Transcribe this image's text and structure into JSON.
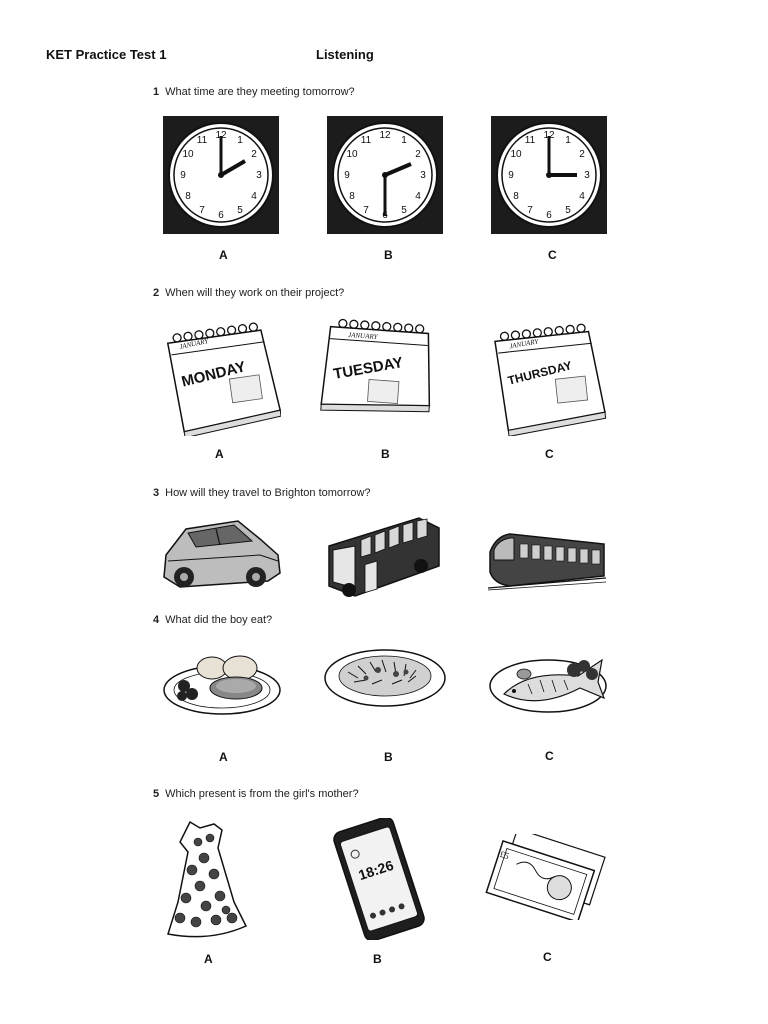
{
  "header": {
    "title": "KET Practice Test 1",
    "section": "Listening"
  },
  "questions": [
    {
      "number": "1",
      "text": "What time are they meeting tomorrow?",
      "options": [
        "A",
        "B",
        "C"
      ],
      "images": [
        "clock-2-oclock-icon",
        "clock-half-past-two-icon",
        "clock-3-oclock-icon"
      ]
    },
    {
      "number": "2",
      "text": "When will they work on their project?",
      "options": [
        "A",
        "B",
        "C"
      ],
      "calendar": {
        "month": "JANUARY",
        "days": [
          "MONDAY",
          "TUESDAY",
          "THURSDAY"
        ]
      }
    },
    {
      "number": "3",
      "text": "How will they travel to Brighton tomorrow?",
      "images": [
        "car-icon",
        "bus-icon",
        "train-icon"
      ]
    },
    {
      "number": "4",
      "text": "What did the boy eat?",
      "options": [
        "A",
        "B",
        "C"
      ],
      "images": [
        "potatoes-meat-plate-icon",
        "pasta-plate-icon",
        "fish-plate-icon"
      ]
    },
    {
      "number": "5",
      "text": "Which present is from the girl's mother?",
      "options": [
        "A",
        "B",
        "C"
      ],
      "phone_time": "18:26",
      "money_label": "£5",
      "images": [
        "dress-icon",
        "mobile-phone-icon",
        "money-icon"
      ]
    }
  ]
}
